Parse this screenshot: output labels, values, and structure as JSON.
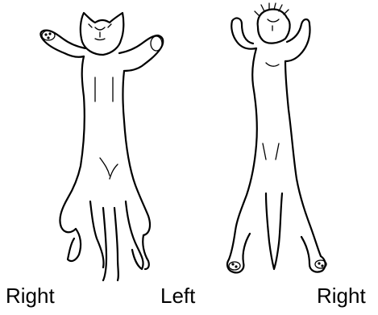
{
  "labels": {
    "left_figure_side": "Right",
    "middle": "Left",
    "right_figure_side": "Right"
  }
}
